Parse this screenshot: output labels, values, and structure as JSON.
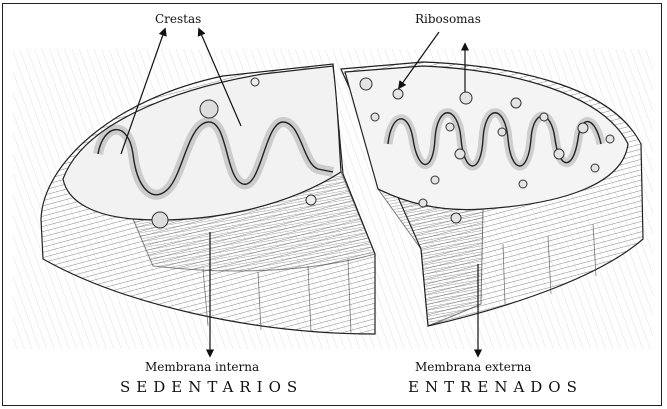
{
  "labels": {
    "crestas": "Crestas",
    "ribosomas": "Ribosomas",
    "membrana_interna": "Membrana interna",
    "membrana_externa": "Membrana externa",
    "sedentarios": "SEDENTARIOS",
    "entrenados": "ENTRENADOS"
  },
  "colors": {
    "ink": "#1a1a1a",
    "shade_dark": "#6d6d6d",
    "shade_mid": "#a8a8a8",
    "shade_light": "#e6e6e6",
    "paper": "#ffffff"
  }
}
